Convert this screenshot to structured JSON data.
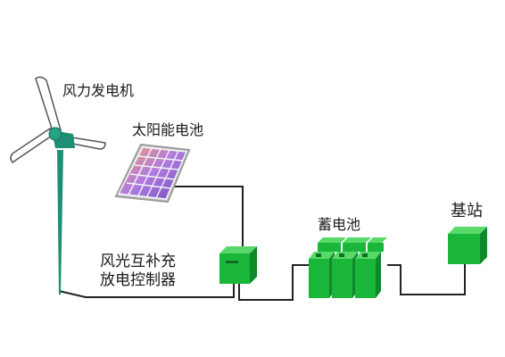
{
  "labels": {
    "wind_turbine": "风力发电机",
    "solar_panel": "太阳能电池",
    "controller_line1": "风光互补充",
    "controller_line2": "放电控制器",
    "battery": "蓄电池",
    "base_station": "基站"
  },
  "colors": {
    "wire": "#222222",
    "tower": "#1f8f73",
    "blade_fill": "#ffffff",
    "blade_stroke": "#555555",
    "green_front": "#19b63a",
    "green_top": "#58d96a",
    "green_side": "#0f8a2a",
    "panel_frame": "#9a9a9a",
    "panel_cell": "#a070d8"
  },
  "icons": {
    "wind_turbine": "wind-turbine-icon",
    "solar_panel": "solar-panel-icon",
    "controller": "controller-box-icon",
    "battery": "battery-bank-icon",
    "base_station": "base-station-box-icon"
  }
}
